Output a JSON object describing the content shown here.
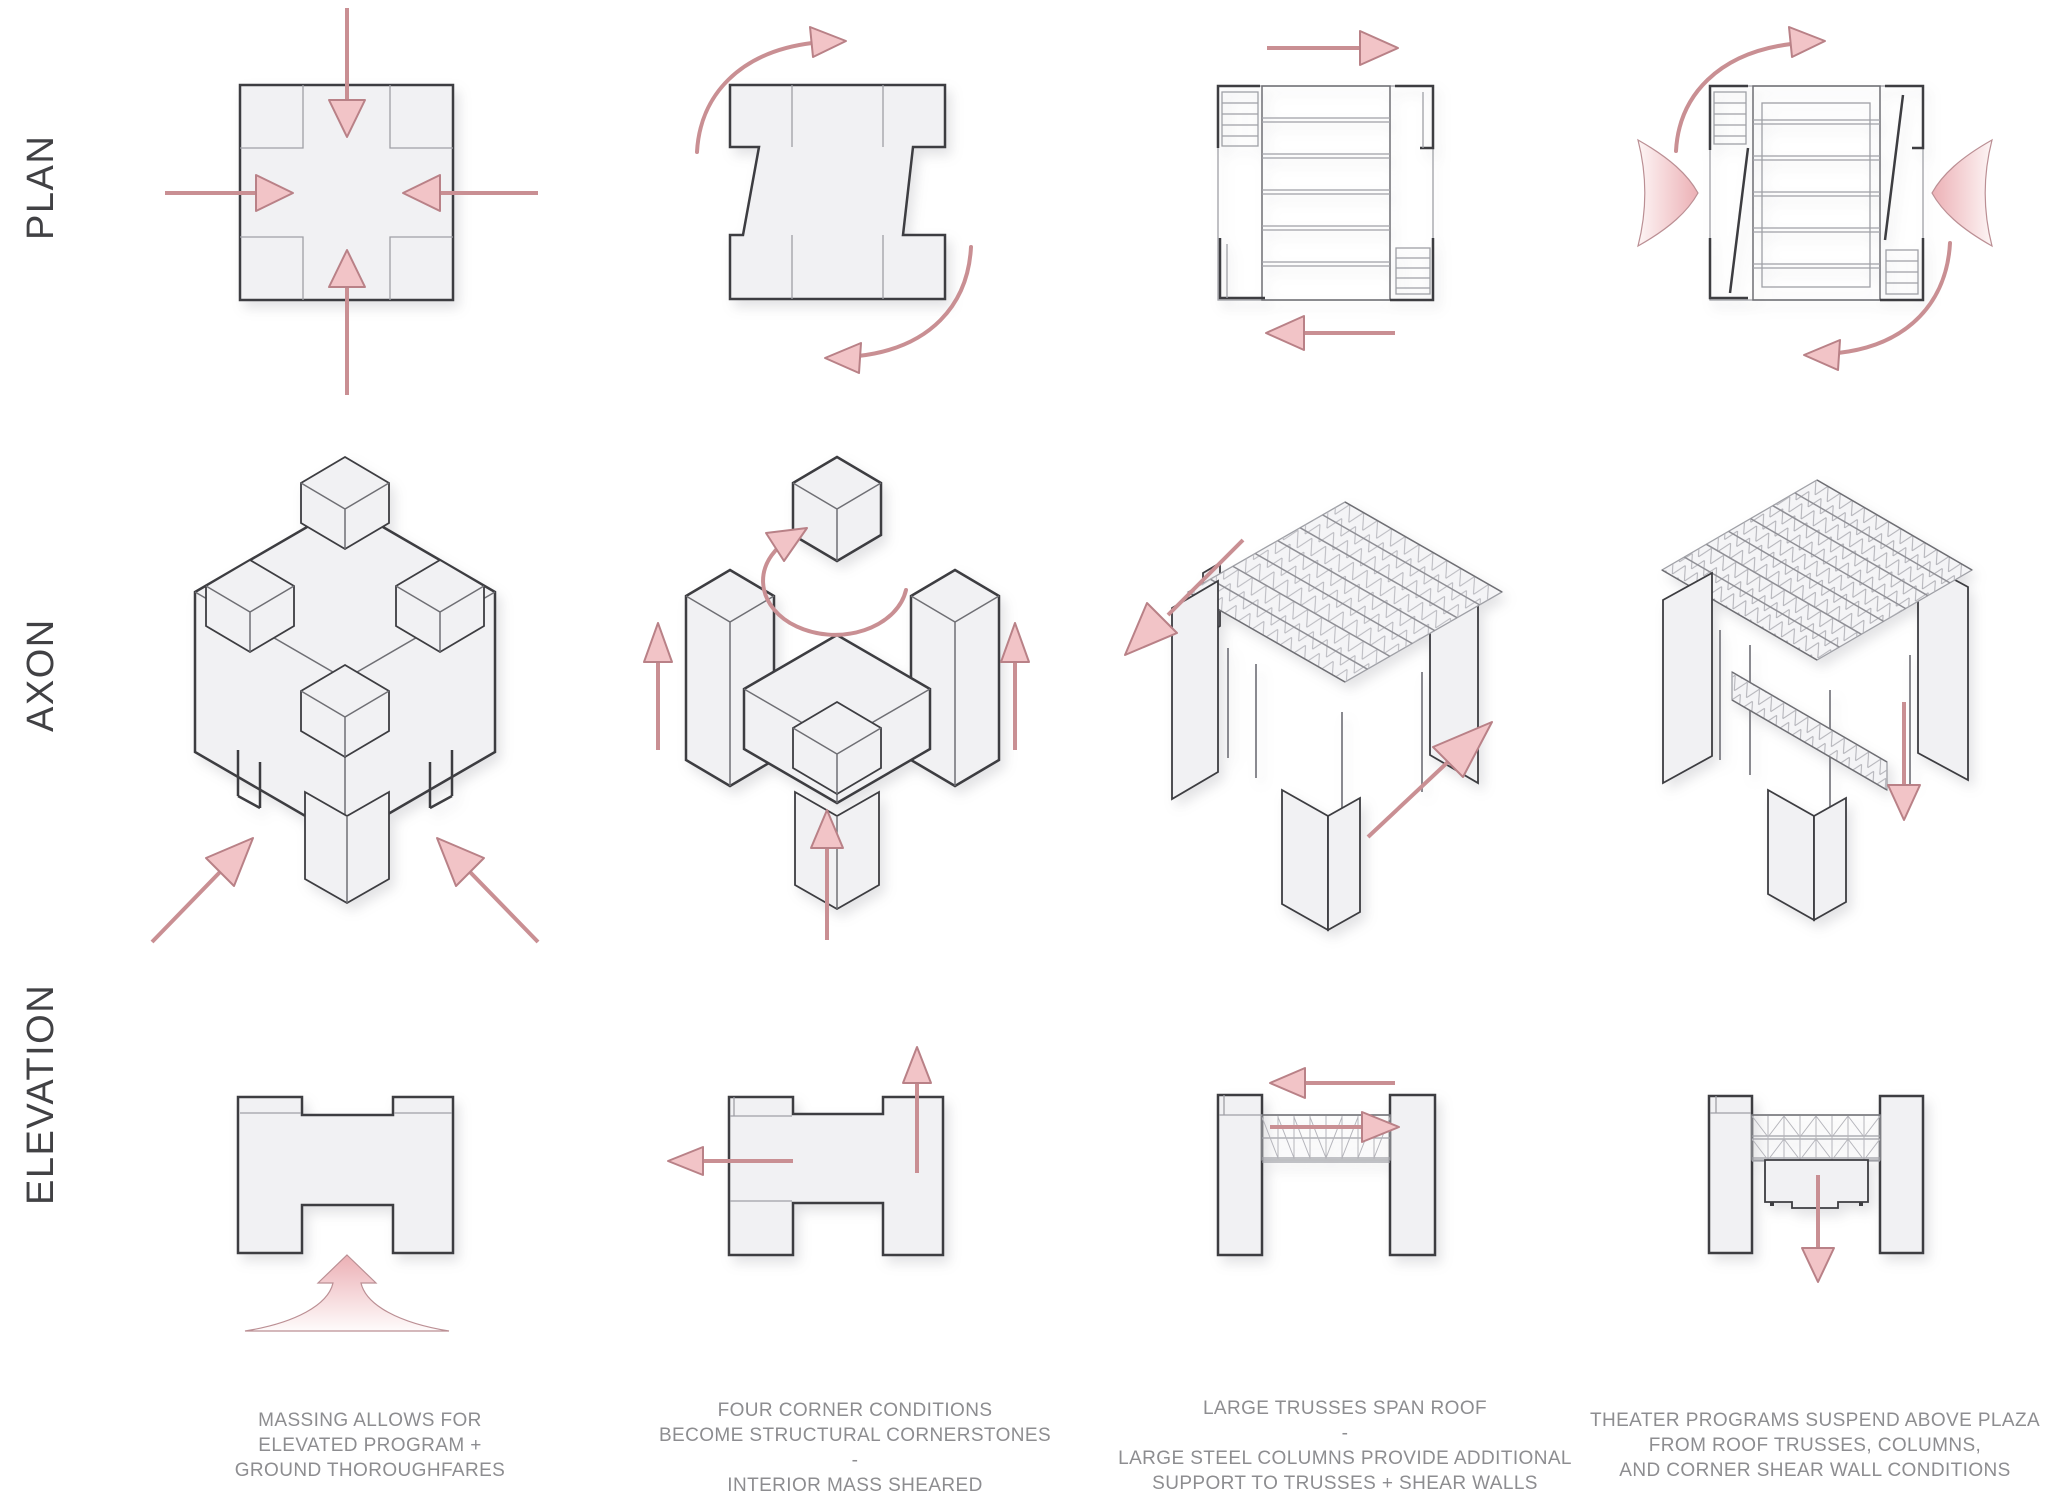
{
  "row_labels": [
    {
      "label": "PLAN"
    },
    {
      "label": "AXON"
    },
    {
      "label": "ELEVATION"
    }
  ],
  "captions": [
    {
      "lines": [
        "MASSING ALLOWS FOR",
        "ELEVATED PROGRAM +",
        "GROUND THOROUGHFARES"
      ]
    },
    {
      "lines": [
        "FOUR CORNER CONDITIONS",
        "BECOME STRUCTURAL CORNERSTONES",
        "-",
        "INTERIOR MASS SHEARED"
      ]
    },
    {
      "lines": [
        "LARGE TRUSSES SPAN ROOF",
        "-",
        "LARGE STEEL COLUMNS PROVIDE ADDITIONAL",
        "SUPPORT TO TRUSSES + SHEAR WALLS"
      ]
    },
    {
      "lines": [
        "THEATER PROGRAMS SUSPEND ABOVE PLAZA",
        "FROM ROOF TRUSSES, COLUMNS,",
        "AND CORNER SHEAR WALL CONDITIONS"
      ]
    }
  ],
  "icons": {
    "inward-arrow-icon": "straight pink arrow",
    "rotation-arrow-icon": "curved pink arrow",
    "glow-arrow-icon": "gradient trumpet arrow",
    "up-arrow-icon": "vertical pink arrow",
    "down-arrow-icon": "vertical pink arrow"
  },
  "colors": {
    "page-bg": "#ffffff",
    "shape-fill": "#f1f1f3",
    "shape-stroke": "#3d3d41",
    "thin-stroke": "#9fa0a6",
    "arrow-fill": "#f2c4c7",
    "arrow-stroke": "#c98f93",
    "arrow-stroke2": "#b98187",
    "label-color": "#414144",
    "caption-color": "#8d8d90"
  }
}
